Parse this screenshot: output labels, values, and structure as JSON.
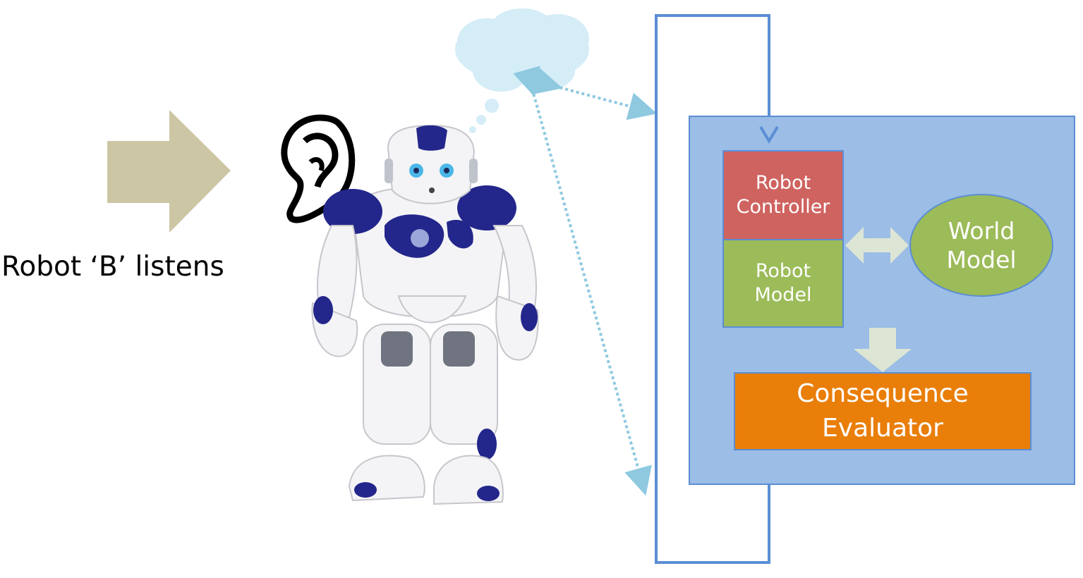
{
  "caption": "Robot ‘B’ listens",
  "boxes": {
    "robot_controller": "Robot\nController",
    "robot_model": "Robot\nModel",
    "world_model": "World\nModel",
    "consequence_evaluator": "Consequence\nEvaluator"
  },
  "colors": {
    "input_arrow": "#cdc6a5",
    "outer_panel": "#9bbde6",
    "panel_border": "#5b8ed4",
    "controller_fill": "#cf6360",
    "model_fill": "#9cbb59",
    "world_fill": "#9cbb59",
    "consequence_fill": "#e97e09",
    "connector_arrow": "#dde6d4",
    "loop_line": "#5b8ed4",
    "dotted_link": "#8ec9e0",
    "cloud_fill": "#d4edf7",
    "robot_body": "#f4f4f6",
    "robot_accent": "#23268a"
  }
}
